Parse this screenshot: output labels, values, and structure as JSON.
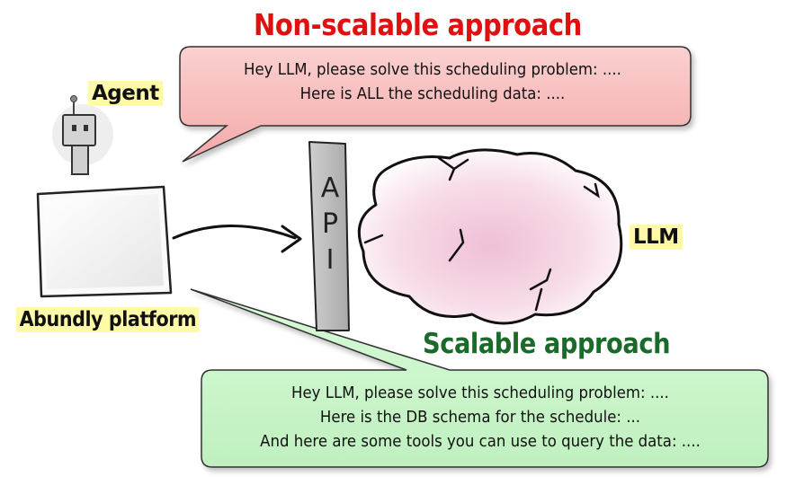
{
  "titles": {
    "non_scalable": "Non-scalable approach",
    "scalable": "Scalable approach"
  },
  "red_bubble": {
    "line1": "Hey LLM, please solve this scheduling problem: ....",
    "line2": "Here is ALL the scheduling data: ...."
  },
  "green_bubble": {
    "line1": "Hey LLM, please solve this scheduling problem: ....",
    "line2": "Here is the DB schema for the schedule: ...",
    "line3": "And here are some tools you can use to query the data: ...."
  },
  "labels": {
    "agent": "Agent",
    "platform": "Abundly platform",
    "llm": "LLM"
  },
  "api": {
    "letters": [
      "A",
      "P",
      "I"
    ]
  },
  "colors": {
    "red_title": "#e01010",
    "green_title": "#1a6a2a",
    "red_bubble_fill": "#f7b3b3",
    "green_bubble_fill": "#c9f5c9",
    "label_highlight": "#fffaa8",
    "cloud_fill": "#f2cfe0",
    "api_bar": "#b8b8b8"
  }
}
